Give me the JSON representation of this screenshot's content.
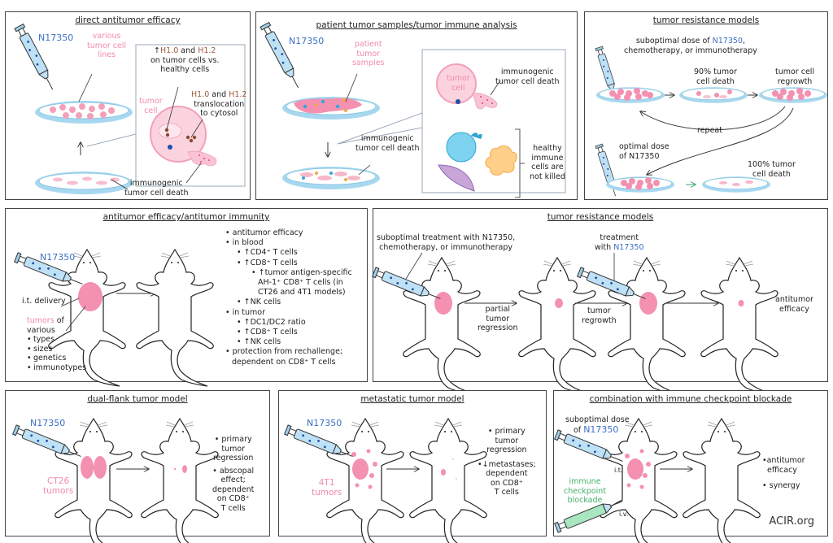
{
  "drug_name": "N17350",
  "colors": {
    "drug_blue": "#3b6fc4",
    "tumor_pink": "#f28aaa",
    "histone_brown": "#9b5a3c",
    "checkpoint_green": "#43b06a",
    "dish_blue": "#a8d8ef"
  },
  "panels": {
    "direct": {
      "title": "direct antitumor efficacy",
      "drug": "N17350",
      "cell_lines": [
        "various",
        "tumor cell",
        "lines"
      ],
      "histone_up_1": "↑",
      "h10": "H1.0",
      "and": "and",
      "h12": "H1.2",
      "histone_line2": "on tumor cells vs.",
      "histone_line3": "healthy cells",
      "tumor_cell": [
        "tumor",
        "cell"
      ],
      "transloc_line2": "translocation",
      "transloc_line3": "to cytosol",
      "icd": [
        "immunogenic",
        "tumor cell death"
      ]
    },
    "patient": {
      "title": "patient tumor samples/tumor immune analysis",
      "drug": "N17350",
      "samples": [
        "patient",
        "tumor",
        "samples"
      ],
      "icd_dish": [
        "immunogenic",
        "tumor cell death"
      ],
      "tumor_cell": [
        "tumor",
        "cell"
      ],
      "icd_inset": [
        "immunogenic",
        "tumor cell death"
      ],
      "healthy": [
        "healthy",
        "immune",
        "cells are",
        "not killed"
      ]
    },
    "resistance_dish": {
      "title": "tumor resistance models",
      "subopt_prefix": "suboptimal dose of ",
      "drug": "N17350",
      "subopt_suffix": ",",
      "subopt_line2": "chemotherapy, or immunotherapy",
      "death90": [
        "90% tumor",
        "cell death"
      ],
      "regrowth": [
        "tumor cell",
        "regrowth"
      ],
      "repeat": "repeat",
      "optimal": [
        "optimal dose",
        "of N17350"
      ],
      "death100": [
        "100% tumor",
        "cell death"
      ]
    },
    "immunity": {
      "title": "antitumor efficacy/antitumor immunity",
      "drug": "N17350",
      "delivery": "i.t. delivery",
      "tumors_word": "tumors",
      "tumors_of": " of",
      "various": "various",
      "tumor_props": [
        "types",
        "sizes",
        "genetics",
        "immunotypes"
      ],
      "results": [
        {
          "level": 0,
          "text": "antitumor efficacy"
        },
        {
          "level": 0,
          "text": "in blood"
        },
        {
          "level": 1,
          "text": "↑CD4⁺ T cells"
        },
        {
          "level": 1,
          "text": "↑CD8⁺ T cells"
        },
        {
          "level": 2,
          "text": "↑tumor antigen-specific"
        },
        {
          "level": 3,
          "text": "AH-1⁺ CD8⁺ T cells (in"
        },
        {
          "level": 3,
          "text": "CT26 and 4T1 models)"
        },
        {
          "level": 1,
          "text": "↑NK cells"
        },
        {
          "level": 0,
          "text": "in tumor"
        },
        {
          "level": 1,
          "text": "↑DC1/DC2 ratio"
        },
        {
          "level": 1,
          "text": "↑CD8⁺ T cells"
        },
        {
          "level": 1,
          "text": "↑NK cells"
        },
        {
          "level": 0,
          "text": "protection from rechallenge;"
        },
        {
          "level": 4,
          "text": "dependent on CD8⁺ T cells"
        }
      ]
    },
    "resistance_mouse": {
      "title": "tumor resistance models",
      "subopt": [
        "suboptimal treatment with N17350,",
        "chemotherapy, or immunotherapy"
      ],
      "partial": [
        "partial",
        "tumor",
        "regression"
      ],
      "treat_line1": "treatment",
      "treat_with": "with ",
      "drug": "N17350",
      "regrowth": [
        "tumor",
        "regrowth"
      ],
      "efficacy": [
        "antitumor",
        "efficacy"
      ]
    },
    "dual": {
      "title": "dual-flank tumor model",
      "drug": "N17350",
      "tumors": [
        "CT26",
        "tumors"
      ],
      "result1": [
        "primary",
        "tumor",
        "regression"
      ],
      "result2": [
        "abscopal",
        "effect;",
        "dependent",
        "on CD8⁺",
        "T cells"
      ]
    },
    "meta": {
      "title": "metastatic tumor model",
      "drug": "N17350",
      "tumors": [
        "4T1",
        "tumors"
      ],
      "result1": [
        "primary",
        "tumor",
        "regression"
      ],
      "result2": [
        "↓metastases;",
        "dependent",
        "on CD8⁺",
        "T cells"
      ]
    },
    "combo": {
      "title": "combination with immune checkpoint blockade",
      "subopt": "suboptimal dose",
      "of": "of ",
      "drug": "N17350",
      "it": "i.t.",
      "icb": [
        "immune",
        "checkpoint",
        "blockade"
      ],
      "iv": "i.v.",
      "results": [
        "antitumor",
        "efficacy",
        "synergy"
      ]
    }
  },
  "footer": "ACIR.org"
}
